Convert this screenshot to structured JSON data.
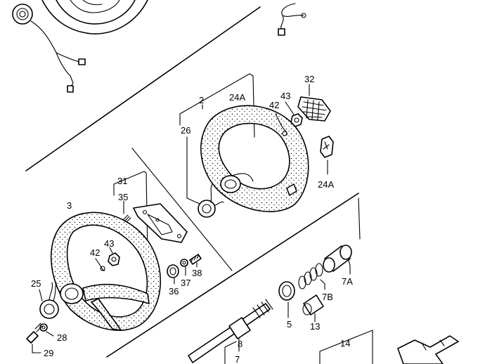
{
  "parts": {
    "p2": "2",
    "p3": "3",
    "p5": "5",
    "p7": "7",
    "p7a": "7A",
    "p7b": "7B",
    "p8": "8",
    "p13": "13",
    "p14": "14",
    "p24a_top": "24A",
    "p24a_right": "24A",
    "p25": "25",
    "p26": "26",
    "p28": "28",
    "p29": "29",
    "p31": "31",
    "p32": "32",
    "p35": "35",
    "p36": "36",
    "p37": "37",
    "p38": "38",
    "p42_upper": "42",
    "p43_upper": "43",
    "p42_lower": "42",
    "p43_lower": "43"
  }
}
